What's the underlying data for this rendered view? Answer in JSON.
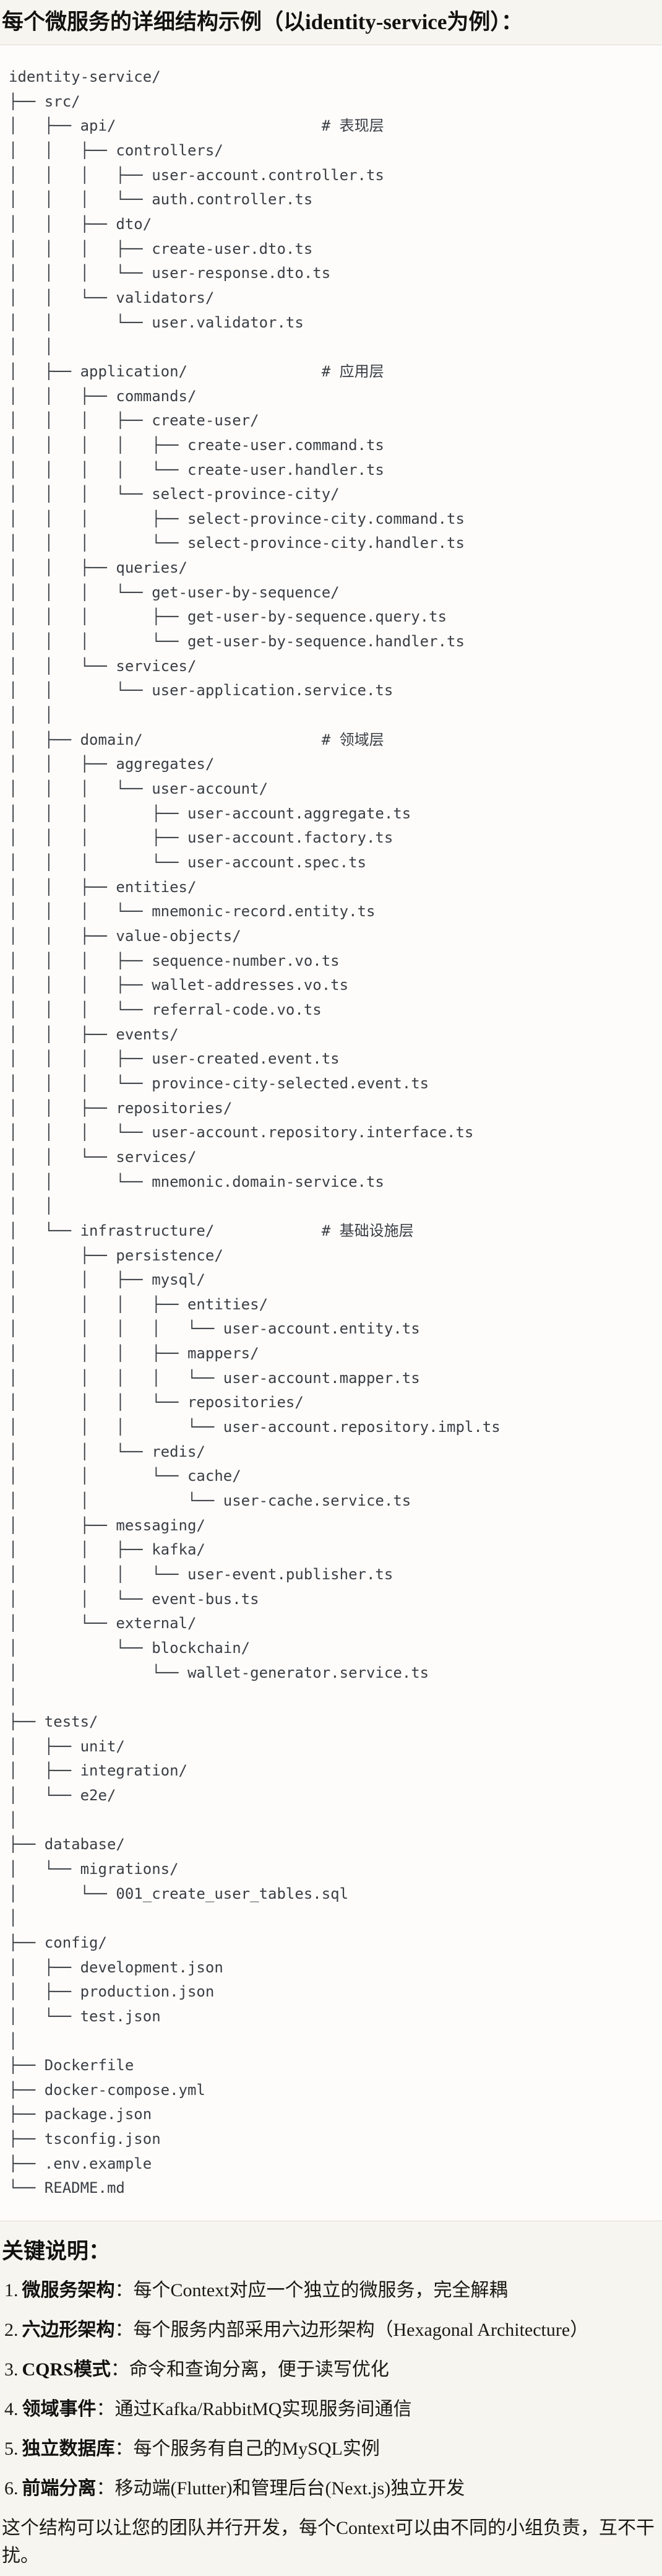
{
  "page": {
    "title": "每个微服务的详细结构示例（以identity-service为例）：",
    "notes_heading": "关键说明：",
    "closing": "这个结构可以让您的团队并行开发，每个Context可以由不同的小组负责，互不干扰。"
  },
  "colors": {
    "page_background": "#f7f5ef",
    "code_background": "#fdfcfa",
    "code_border": "#dedcd4",
    "code_text": "#3a3e44",
    "body_text": "#1a1a15"
  },
  "tree": {
    "lines": [
      "identity-service/",
      "├── src/",
      "│   ├── api/                       # 表现层",
      "│   │   ├── controllers/",
      "│   │   │   ├── user-account.controller.ts",
      "│   │   │   └── auth.controller.ts",
      "│   │   ├── dto/",
      "│   │   │   ├── create-user.dto.ts",
      "│   │   │   └── user-response.dto.ts",
      "│   │   └── validators/",
      "│   │       └── user.validator.ts",
      "│   │",
      "│   ├── application/               # 应用层",
      "│   │   ├── commands/",
      "│   │   │   ├── create-user/",
      "│   │   │   │   ├── create-user.command.ts",
      "│   │   │   │   └── create-user.handler.ts",
      "│   │   │   └── select-province-city/",
      "│   │   │       ├── select-province-city.command.ts",
      "│   │   │       └── select-province-city.handler.ts",
      "│   │   ├── queries/",
      "│   │   │   └── get-user-by-sequence/",
      "│   │   │       ├── get-user-by-sequence.query.ts",
      "│   │   │       └── get-user-by-sequence.handler.ts",
      "│   │   └── services/",
      "│   │       └── user-application.service.ts",
      "│   │",
      "│   ├── domain/                    # 领域层",
      "│   │   ├── aggregates/",
      "│   │   │   └── user-account/",
      "│   │   │       ├── user-account.aggregate.ts",
      "│   │   │       ├── user-account.factory.ts",
      "│   │   │       └── user-account.spec.ts",
      "│   │   ├── entities/",
      "│   │   │   └── mnemonic-record.entity.ts",
      "│   │   ├── value-objects/",
      "│   │   │   ├── sequence-number.vo.ts",
      "│   │   │   ├── wallet-addresses.vo.ts",
      "│   │   │   └── referral-code.vo.ts",
      "│   │   ├── events/",
      "│   │   │   ├── user-created.event.ts",
      "│   │   │   └── province-city-selected.event.ts",
      "│   │   ├── repositories/",
      "│   │   │   └── user-account.repository.interface.ts",
      "│   │   └── services/",
      "│   │       └── mnemonic.domain-service.ts",
      "│   │",
      "│   └── infrastructure/            # 基础设施层",
      "│       ├── persistence/",
      "│       │   ├── mysql/",
      "│       │   │   ├── entities/",
      "│       │   │   │   └── user-account.entity.ts",
      "│       │   │   ├── mappers/",
      "│       │   │   │   └── user-account.mapper.ts",
      "│       │   │   └── repositories/",
      "│       │   │       └── user-account.repository.impl.ts",
      "│       │   └── redis/",
      "│       │       └── cache/",
      "│       │           └── user-cache.service.ts",
      "│       ├── messaging/",
      "│       │   ├── kafka/",
      "│       │   │   └── user-event.publisher.ts",
      "│       │   └── event-bus.ts",
      "│       └── external/",
      "│           └── blockchain/",
      "│               └── wallet-generator.service.ts",
      "│",
      "├── tests/",
      "│   ├── unit/",
      "│   ├── integration/",
      "│   └── e2e/",
      "│",
      "├── database/",
      "│   └── migrations/",
      "│       └── 001_create_user_tables.sql",
      "│",
      "├── config/",
      "│   ├── development.json",
      "│   ├── production.json",
      "│   └── test.json",
      "│",
      "├── Dockerfile",
      "├── docker-compose.yml",
      "├── package.json",
      "├── tsconfig.json",
      "├── .env.example",
      "└── README.md"
    ]
  },
  "notes": {
    "items": [
      {
        "num": "1.",
        "label": "微服务架构",
        "text": "：每个Context对应一个独立的微服务，完全解耦"
      },
      {
        "num": "2.",
        "label": "六边形架构",
        "text": "：每个服务内部采用六边形架构（Hexagonal Architecture）"
      },
      {
        "num": "3.",
        "label": "CQRS模式",
        "text": "：命令和查询分离，便于读写优化"
      },
      {
        "num": "4.",
        "label": "领域事件",
        "text": "：通过Kafka/RabbitMQ实现服务间通信"
      },
      {
        "num": "5.",
        "label": "独立数据库",
        "text": "：每个服务有自己的MySQL实例"
      },
      {
        "num": "6.",
        "label": "前端分离",
        "text": "：移动端(Flutter)和管理后台(Next.js)独立开发"
      }
    ]
  }
}
